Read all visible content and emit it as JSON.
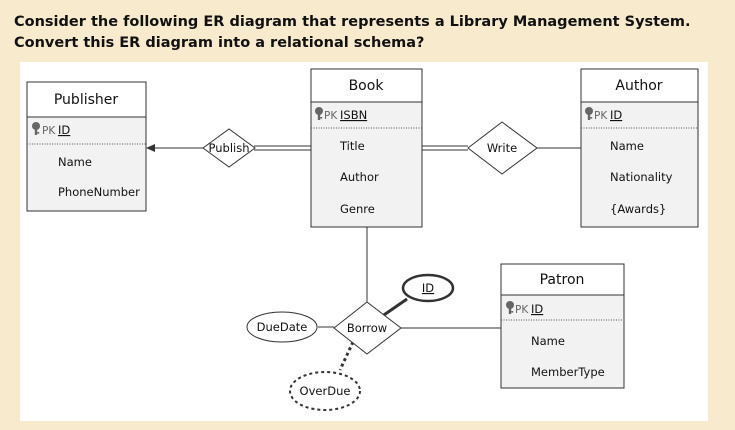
{
  "question": {
    "line1": "Consider the following ER diagram that represents a Library Management System.",
    "line2": "Convert this ER diagram into a relational schema?"
  },
  "diagram": {
    "pk_label": "PK",
    "entities": {
      "publisher": {
        "name": "Publisher",
        "key": "ID",
        "attributes": [
          "Name",
          "PhoneNumber"
        ]
      },
      "book": {
        "name": "Book",
        "key": "ISBN",
        "attributes": [
          "Title",
          "Author",
          "Genre"
        ]
      },
      "author": {
        "name": "Author",
        "key": "ID",
        "attributes": [
          "Name",
          "Nationality",
          "{Awards}"
        ]
      },
      "patron": {
        "name": "Patron",
        "key": "ID",
        "attributes": [
          "Name",
          "MemberType"
        ]
      }
    },
    "relationships": {
      "publish": "Publish",
      "write": "Write",
      "borrow": "Borrow"
    },
    "relationship_attributes": {
      "id": "ID",
      "due_date": "DueDate",
      "overdue": "OverDue"
    },
    "colors": {
      "header_fill": "#ffffff",
      "attr_fill": "#f2f2f2",
      "stroke": "#333333",
      "background": "#f8ebcd"
    }
  }
}
